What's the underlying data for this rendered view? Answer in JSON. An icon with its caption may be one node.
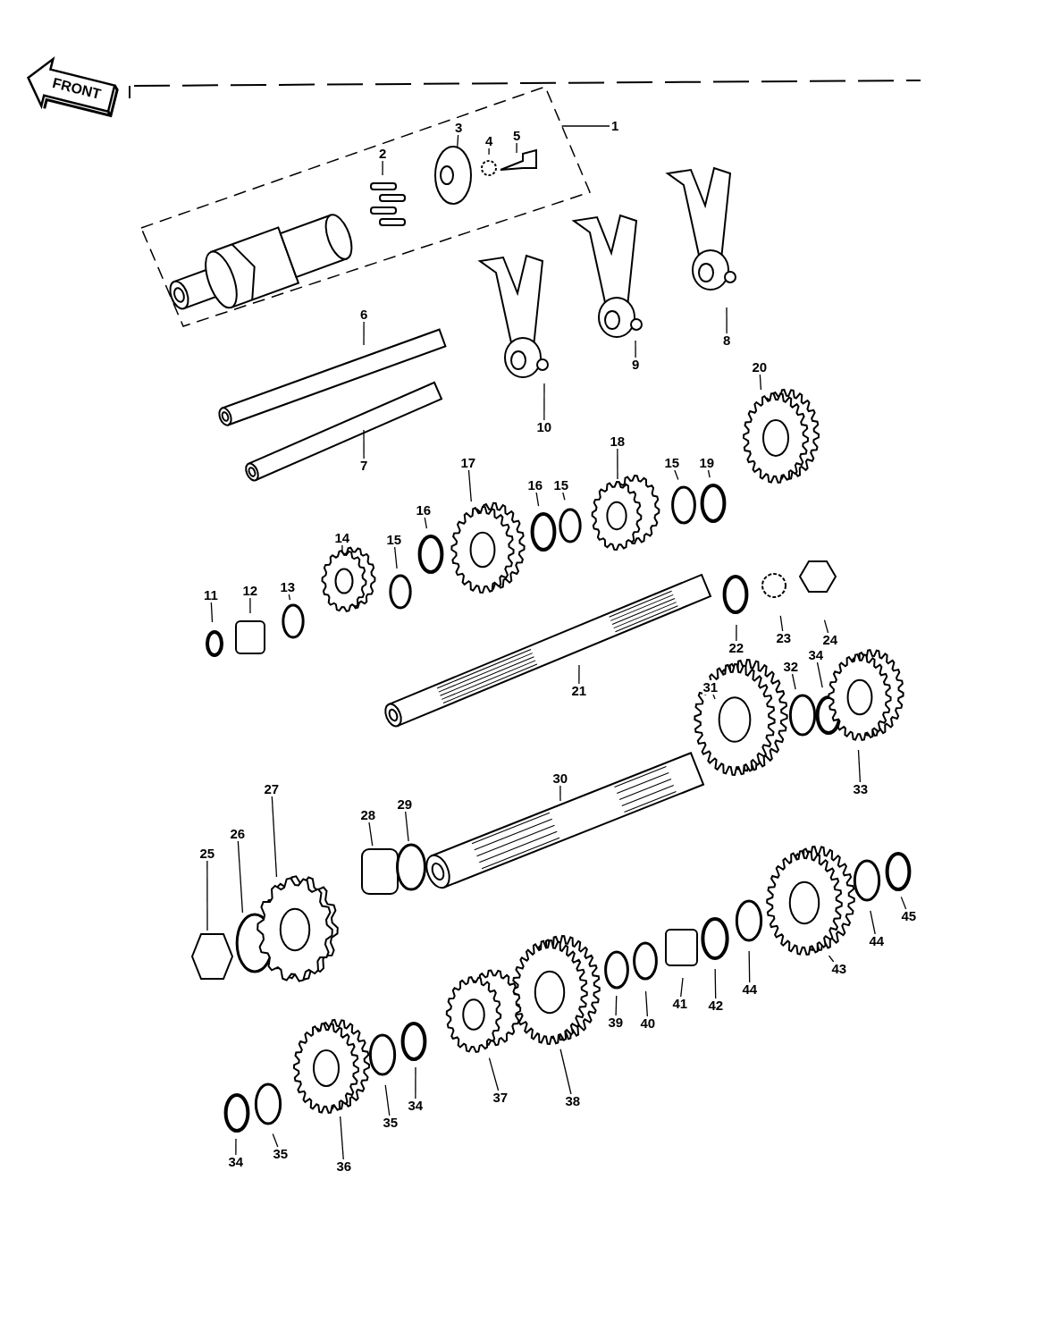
{
  "diagram": {
    "nodes": [
      {
        "text": [
          "FRONT"
        ]
      },
      {
        "text": [],
        "shape": "box"
      },
      {
        "text": [
          "1"
        ]
      },
      {
        "text": [
          "2"
        ],
        "in": 1
      },
      {
        "text": [
          "3"
        ],
        "in": 1
      },
      {
        "text": [
          "4"
        ],
        "in": 1
      },
      {
        "text": [
          "5"
        ],
        "in": 1
      },
      {
        "text": [
          "6"
        ]
      },
      {
        "text": [
          "7"
        ]
      },
      {
        "text": [
          "8"
        ]
      },
      {
        "text": [
          "9"
        ]
      },
      {
        "text": [
          "10"
        ]
      },
      {
        "text": [
          "11"
        ]
      },
      {
        "text": [
          "12"
        ]
      },
      {
        "text": [
          "13"
        ]
      },
      {
        "text": [
          "14"
        ]
      },
      {
        "text": [
          "15"
        ]
      },
      {
        "text": [
          "16"
        ]
      },
      {
        "text": [
          "17"
        ]
      },
      {
        "text": [
          "16"
        ]
      },
      {
        "text": [
          "15"
        ]
      },
      {
        "text": [
          "18"
        ]
      },
      {
        "text": [
          "15"
        ]
      },
      {
        "text": [
          "19"
        ]
      },
      {
        "text": [
          "20"
        ]
      },
      {
        "text": [
          "21"
        ]
      },
      {
        "text": [
          "22"
        ]
      },
      {
        "text": [
          "23"
        ]
      },
      {
        "text": [
          "24"
        ]
      },
      {
        "text": [
          "25"
        ]
      },
      {
        "text": [
          "26"
        ]
      },
      {
        "text": [
          "27"
        ]
      },
      {
        "text": [
          "28"
        ]
      },
      {
        "text": [
          "29"
        ]
      },
      {
        "text": [
          "30"
        ]
      },
      {
        "text": [
          "31"
        ]
      },
      {
        "text": [
          "32"
        ]
      },
      {
        "text": [
          "34"
        ]
      },
      {
        "text": [
          "33"
        ]
      },
      {
        "text": [
          "45"
        ]
      },
      {
        "text": [
          "44"
        ]
      },
      {
        "text": [
          "43"
        ]
      },
      {
        "text": [
          "44"
        ]
      },
      {
        "text": [
          "42"
        ]
      },
      {
        "text": [
          "41"
        ]
      },
      {
        "text": [
          "40"
        ]
      },
      {
        "text": [
          "39"
        ]
      },
      {
        "text": [
          "38"
        ]
      },
      {
        "text": [
          "37"
        ]
      },
      {
        "text": [
          "34"
        ]
      },
      {
        "text": [
          "35"
        ]
      },
      {
        "text": [
          "36"
        ]
      },
      {
        "text": [
          "35"
        ]
      },
      {
        "text": [
          "34"
        ]
      }
    ],
    "edges": [
      {
        "from": 2,
        "to": 1,
        "arrow": "none"
      },
      {
        "from": 3,
        "to": null,
        "arrow": "none"
      },
      {
        "from": 4,
        "to": null,
        "arrow": "none"
      },
      {
        "from": 5,
        "to": null,
        "arrow": "none"
      },
      {
        "from": 6,
        "to": null,
        "arrow": "none"
      },
      {
        "from": 7,
        "to": null,
        "arrow": "none"
      },
      {
        "from": 8,
        "to": null,
        "arrow": "none"
      },
      {
        "from": 9,
        "to": null,
        "arrow": "none"
      },
      {
        "from": 10,
        "to": null,
        "arrow": "none"
      },
      {
        "from": 11,
        "to": null,
        "arrow": "none"
      },
      {
        "from": 12,
        "to": null,
        "arrow": "none"
      },
      {
        "from": 13,
        "to": null,
        "arrow": "none"
      },
      {
        "from": 14,
        "to": null,
        "arrow": "none"
      },
      {
        "from": 15,
        "to": null,
        "arrow": "none"
      },
      {
        "from": 16,
        "to": null,
        "arrow": "none"
      },
      {
        "from": 17,
        "to": null,
        "arrow": "none"
      },
      {
        "from": 18,
        "to": null,
        "arrow": "none"
      },
      {
        "from": 19,
        "to": null,
        "arrow": "none"
      },
      {
        "from": 20,
        "to": null,
        "arrow": "none"
      },
      {
        "from": 21,
        "to": null,
        "arrow": "none"
      },
      {
        "from": 22,
        "to": null,
        "arrow": "none"
      },
      {
        "from": 23,
        "to": null,
        "arrow": "none"
      },
      {
        "from": 24,
        "to": null,
        "arrow": "none"
      },
      {
        "from": 25,
        "to": null,
        "arrow": "none"
      },
      {
        "from": 26,
        "to": null,
        "arrow": "none"
      },
      {
        "from": 27,
        "to": null,
        "arrow": "none"
      },
      {
        "from": 28,
        "to": null,
        "arrow": "none"
      },
      {
        "from": 29,
        "to": null,
        "arrow": "none"
      },
      {
        "from": 30,
        "to": null,
        "arrow": "none"
      },
      {
        "from": 31,
        "to": null,
        "arrow": "none"
      },
      {
        "from": 32,
        "to": null,
        "arrow": "none"
      },
      {
        "from": 33,
        "to": null,
        "arrow": "none"
      },
      {
        "from": 34,
        "to": null,
        "arrow": "none"
      },
      {
        "from": 35,
        "to": null,
        "arrow": "none"
      },
      {
        "from": 36,
        "to": null,
        "arrow": "none"
      },
      {
        "from": 37,
        "to": null,
        "arrow": "none"
      },
      {
        "from": 38,
        "to": null,
        "arrow": "none"
      },
      {
        "from": 39,
        "to": null,
        "arrow": "none"
      },
      {
        "from": 40,
        "to": null,
        "arrow": "none"
      },
      {
        "from": 41,
        "to": null,
        "arrow": "none"
      },
      {
        "from": 42,
        "to": null,
        "arrow": "none"
      },
      {
        "from": 43,
        "to": null,
        "arrow": "none"
      },
      {
        "from": 44,
        "to": null,
        "arrow": "none"
      },
      {
        "from": 45,
        "to": null,
        "arrow": "none"
      },
      {
        "from": 46,
        "to": null,
        "arrow": "none"
      },
      {
        "from": 47,
        "to": null,
        "arrow": "none"
      },
      {
        "from": 48,
        "to": null,
        "arrow": "none"
      },
      {
        "from": 49,
        "to": null,
        "arrow": "none"
      },
      {
        "from": 50,
        "to": null,
        "arrow": "none"
      },
      {
        "from": 51,
        "to": null,
        "arrow": "none"
      },
      {
        "from": 52,
        "to": null,
        "arrow": "none"
      },
      {
        "from": 53,
        "to": null,
        "arrow": "none"
      }
    ]
  }
}
